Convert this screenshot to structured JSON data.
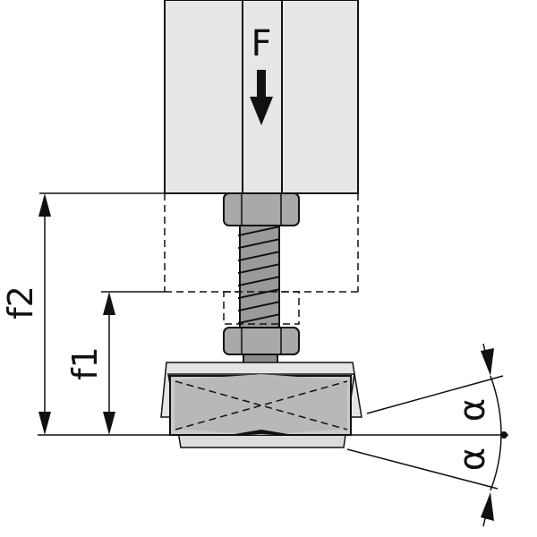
{
  "labels": {
    "force": "F",
    "dim_f1": "f1",
    "dim_f2": "f2",
    "angle_upper": "α",
    "angle_lower": "α"
  },
  "colors": {
    "housing_fill": "#e7e7e7",
    "metal_fill": "#a9a9a9",
    "metal_dark": "#8c8c8c",
    "foot_fill": "#d3d3d3",
    "foot_tilted_fill": "#e4e4e4",
    "line": "#111111"
  },
  "icons": {
    "force_arrow": "down-arrow-icon",
    "dimension_arrow": "arrowhead-icon"
  }
}
